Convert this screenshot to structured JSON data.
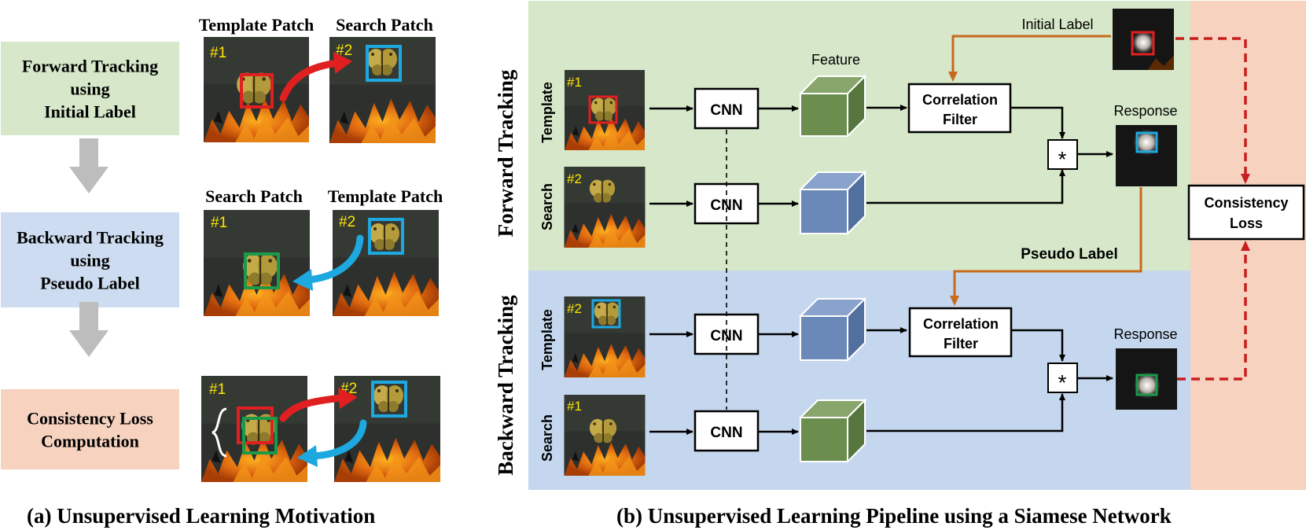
{
  "left_panel": {
    "steps": [
      {
        "lines": [
          "Forward Tracking",
          "using",
          "Initial Label"
        ],
        "color": "#d6e8c9"
      },
      {
        "lines": [
          "Backward Tracking",
          "using",
          "Pseudo Label"
        ],
        "color": "#cddcf0"
      },
      {
        "lines": [
          "Consistency Loss",
          "Computation"
        ],
        "color": "#f6d2bf"
      }
    ],
    "row1": {
      "left_header": "Template Patch",
      "right_header": "Search Patch",
      "left_tag": "#1",
      "right_tag": "#2"
    },
    "row2": {
      "left_header": "Search Patch",
      "right_header": "Template Patch",
      "left_tag": "#1",
      "right_tag": "#2"
    },
    "row3": {
      "left_tag": "#1",
      "right_tag": "#2"
    },
    "caption": "(a)  Unsupervised Learning Motivation"
  },
  "right_panel": {
    "forward_label": "Forward  Tracking",
    "backward_label": "Backward  Tracking",
    "template_label": "Template",
    "search_label": "Search",
    "cnn_label": "CNN",
    "feature_label": "Feature",
    "correlation_filter": [
      "Correlation",
      "Filter"
    ],
    "multiply_symbol": "*",
    "response_label": "Response",
    "initial_label": "Initial Label",
    "pseudo_label": "Pseudo Label",
    "consistency_loss": [
      "Consistency",
      "Loss"
    ],
    "tags": {
      "fwd_template": "#1",
      "fwd_search": "#2",
      "bwd_template": "#2",
      "bwd_search": "#1"
    },
    "caption": "(b)  Unsupervised Learning Pipeline using a Siamese Network"
  },
  "colors": {
    "forward_bg": "#d6e8c9",
    "backward_bg": "#c5d7ee",
    "loss_bg": "#f6d2bf",
    "green_cube": "#6b8e4e",
    "blue_cube": "#6a88b8",
    "red_box": "#e02020",
    "cyan_box": "#1ea8e0",
    "green_box": "#1c9a4a",
    "orange_arrow": "#c8691e",
    "dashed_red": "#c81e1e",
    "tag_yellow": "#ffe600"
  }
}
